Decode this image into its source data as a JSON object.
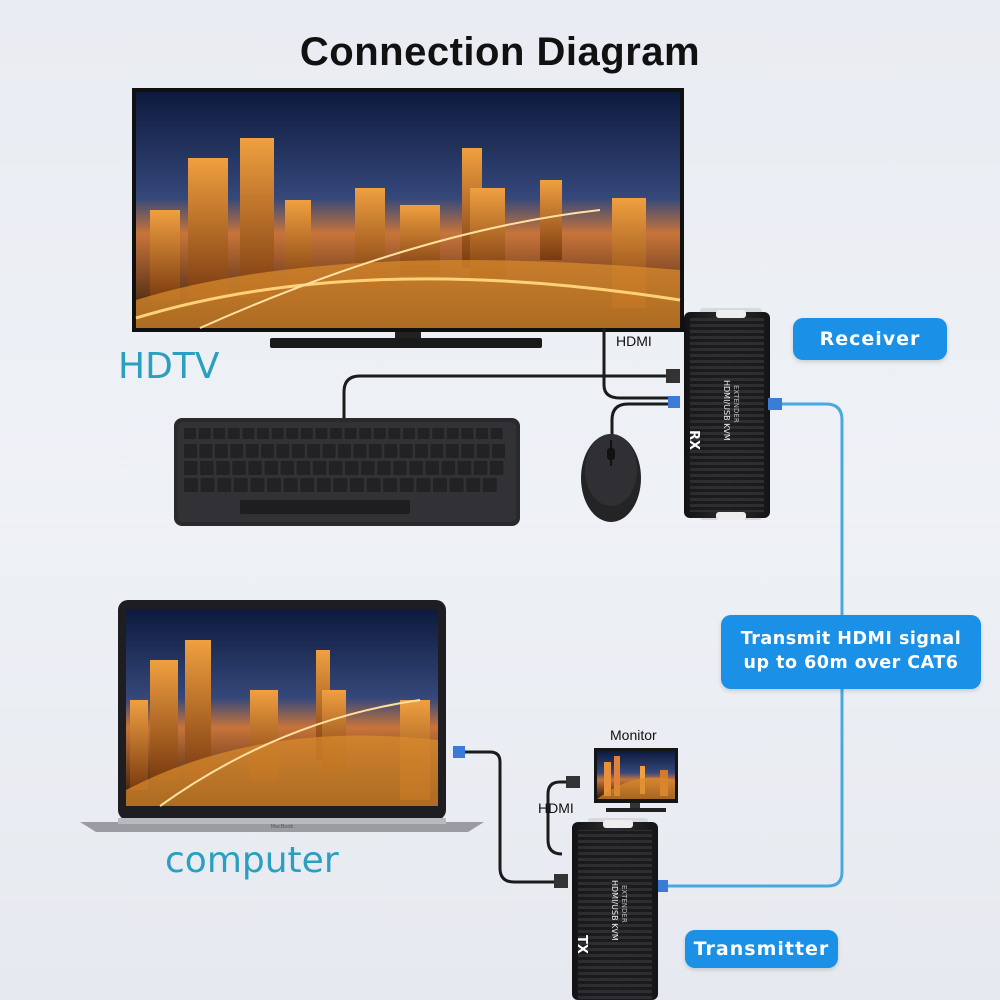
{
  "title": "Connection Diagram",
  "labels": {
    "hdtv": "HDTV",
    "computer": "computer",
    "hdmi_top": "HDMI",
    "hdmi_bottom": "HDMI",
    "monitor": "Monitor"
  },
  "callouts": {
    "receiver": "Receiver",
    "transmitter": "Transmitter",
    "signal_line1": "Transmit HDMI signal",
    "signal_line2": "up to 60m over CAT6"
  },
  "devices": {
    "receiver_code": "RX",
    "transmitter_code": "TX",
    "extender_text": "HDMI/USB KVM",
    "extender_sub": "EXTENDER",
    "laptop_brand": "MacBook"
  },
  "colors": {
    "accent": "#1a90e6",
    "label_blue": "#2a9fc0",
    "cable_blue": "#4aa8e0",
    "device_dark": "#1c1c1e"
  },
  "icons": [
    "tv-icon",
    "keyboard-icon",
    "mouse-icon",
    "laptop-icon",
    "monitor-icon",
    "extender-receiver-icon",
    "extender-transmitter-icon"
  ]
}
